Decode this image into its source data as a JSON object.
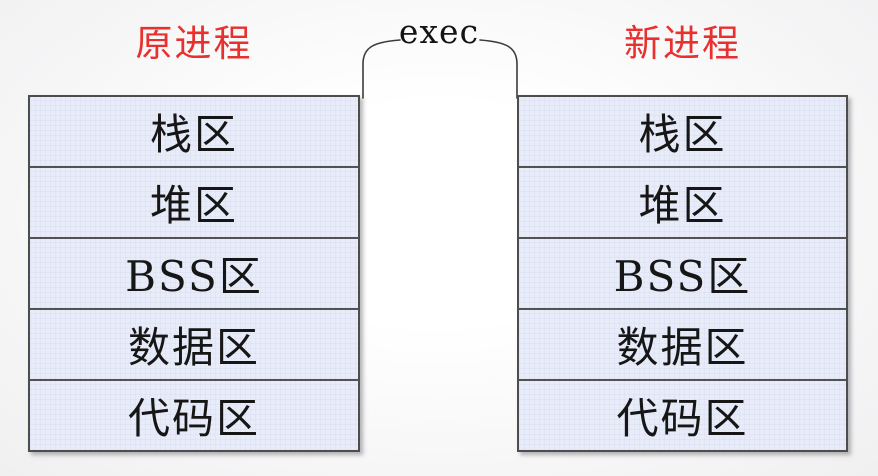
{
  "left": {
    "title": "原进程",
    "segments": [
      "栈区",
      "堆区",
      "BSS区",
      "数据区",
      "代码区"
    ]
  },
  "right": {
    "title": "新进程",
    "segments": [
      "栈区",
      "堆区",
      "BSS区",
      "数据区",
      "代码区"
    ]
  },
  "transition": {
    "label": "exec"
  },
  "colors": {
    "title_red": "#e8312f",
    "segment_fill": "#e8ecf8",
    "border_dark": "#4d4d4d",
    "label_black": "#161616"
  }
}
